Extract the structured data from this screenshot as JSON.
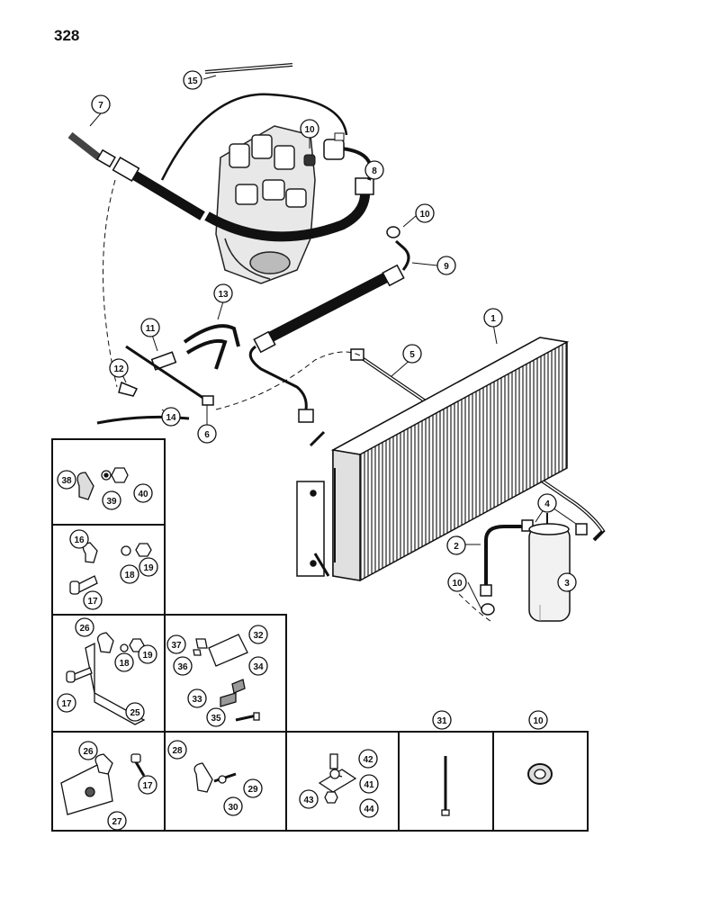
{
  "page_number": "328",
  "callouts": {
    "c1": "1",
    "c2": "2",
    "c3": "3",
    "c4": "4",
    "c5": "5",
    "c6": "6",
    "c7": "7",
    "c8": "8",
    "c9": "9",
    "c10a": "10",
    "c10b": "10",
    "c10c": "10",
    "c10d": "10",
    "c11": "11",
    "c12": "12",
    "c13": "13",
    "c14": "14",
    "c15": "15",
    "c16": "16",
    "c17a": "17",
    "c17b": "17",
    "c17c": "17",
    "c18a": "18",
    "c18b": "18",
    "c19a": "19",
    "c19b": "19",
    "c25": "25",
    "c26a": "26",
    "c26b": "26",
    "c27": "27",
    "c28": "28",
    "c29": "29",
    "c30": "30",
    "c31": "31",
    "c32": "32",
    "c33": "33",
    "c34": "34",
    "c35": "35",
    "c36": "36",
    "c37": "37",
    "c38": "38",
    "c39": "39",
    "c40": "40",
    "c41": "41",
    "c42": "42",
    "c43": "43",
    "c44": "44"
  }
}
